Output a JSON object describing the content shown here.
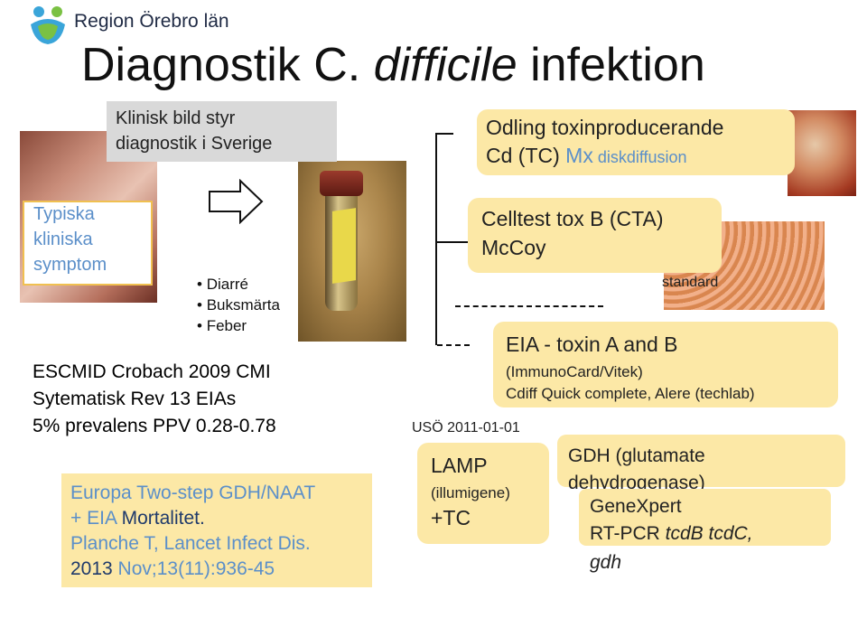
{
  "logo": {
    "text": "Region Örebro län"
  },
  "title": {
    "part1": "Diagnostik C. ",
    "part2": "difficile",
    "part3": " infektion"
  },
  "klinisk": {
    "line1": "Klinisk bild styr",
    "line2": "diagnostik i Sverige"
  },
  "typiska": {
    "line1": "Typiska",
    "line2": "kliniska",
    "line3": "symptom"
  },
  "symptoms": [
    "Diarré",
    "Buksmärta",
    "Feber"
  ],
  "escmid": {
    "line1": "ESCMID Crobach 2009 CMI",
    "line2": "Sytematisk Rev 13 EIAs",
    "line3": "5% prevalens  PPV 0.28-0.78"
  },
  "europa": {
    "line1": "Europa Two-step GDH/NAAT",
    "line2a": "+ EIA  ",
    "line2b": "Mortalitet.",
    "line3": "Planche T, Lancet Infect Dis.",
    "line4a": "2013",
    "line4b": " Nov;13(11):936-45"
  },
  "odling": {
    "line1": "Odling toxinproducerande",
    "line2a": "Cd (TC) ",
    "line2b": "Mx",
    "line2c": " diskdiffusion"
  },
  "celltest": {
    "line1": "Celltest tox B (CTA)",
    "line2": "McCoy"
  },
  "standard": "standard",
  "eia": {
    "line1": "EIA  - toxin A and B",
    "line2": "(ImmunoCard/Vitek)",
    "line3": "Cdiff Quick complete, Alere (techlab)"
  },
  "uso": "USÖ 2011-01-01",
  "lamp": {
    "line1": "LAMP",
    "line2": "(illumigene)",
    "line3": "+TC"
  },
  "gdh": {
    "line1": "GDH  (glutamate",
    "line2": "dehydrogenase)"
  },
  "genexpert": {
    "line1": "GeneXpert",
    "line2a": "RT-PCR  ",
    "line2b": "tcdB tcdC,",
    "line3": "gdh"
  },
  "colors": {
    "box": "#fce8a6",
    "accent_blue": "#5b8fc9",
    "border_gold": "#f0c050"
  }
}
